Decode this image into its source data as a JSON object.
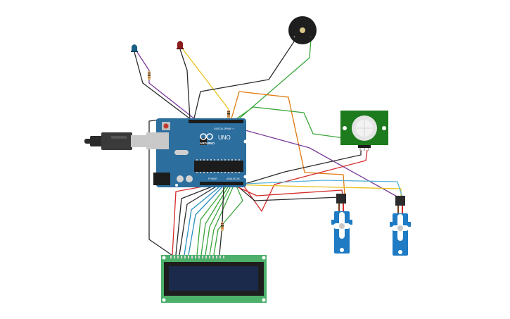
{
  "canvas": {
    "background": "#ffffff"
  },
  "arduino": {
    "brand": "ARDUINO",
    "model": "UNO",
    "header_digital": "DIGITAL (PWM ~)",
    "header_power": "POWER",
    "header_analog": "ANALOG IN",
    "board_color": "#2c6e9e"
  },
  "components": {
    "led_left_color": "#1a5f85",
    "led_right_color": "#8b1d1d",
    "pir_color": "#1d7a1d",
    "servo_color": "#1e7bc4",
    "lcd_board_color": "#4caf6a",
    "lcd_screen_color": "#1b2a4a",
    "buzzer_color": "#1e1e1e"
  },
  "wire_colors": {
    "black": "#2b2b2b",
    "red": "#d42a2a",
    "purple": "#7b3b9a",
    "yellow": "#e8c21a",
    "orange": "#e07a10",
    "green": "#3aa63a",
    "blue": "#2a8fc0",
    "light_blue": "#5ab4d8"
  }
}
